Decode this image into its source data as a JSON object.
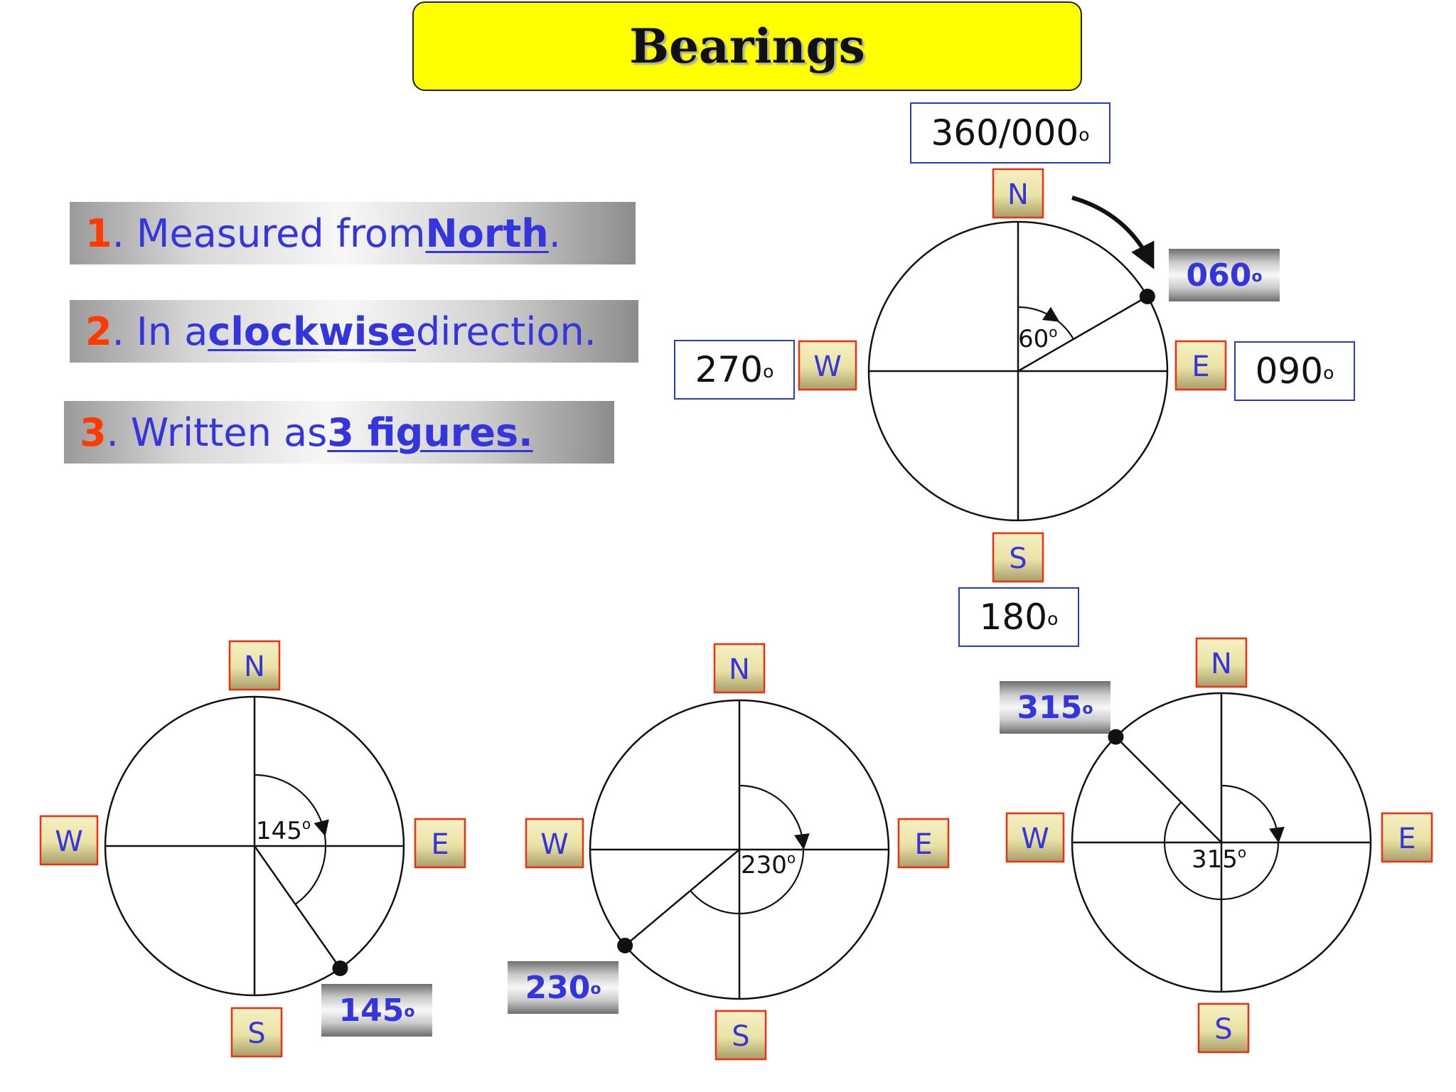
{
  "title": "Bearings",
  "rules": [
    {
      "num": "1",
      "pre": ". Measured from ",
      "kw": "North",
      "post": "."
    },
    {
      "num": "2",
      "pre": ". In a ",
      "kw": "clockwise",
      "post": " direction."
    },
    {
      "num": "3",
      "pre": ". Written as ",
      "kw": "3 figures.",
      "post": ""
    }
  ],
  "degree_symbol": "o",
  "compass_letters": {
    "n": "N",
    "e": "E",
    "s": "S",
    "w": "W"
  },
  "main_compass": {
    "bearing_deg": 60,
    "bearing_label": "060",
    "angle_label": "60",
    "cardinal_labels": {
      "north": "360/000",
      "east": "090",
      "south": "180",
      "west": "270"
    }
  },
  "examples": [
    {
      "bearing_deg": 145,
      "bearing_label": "145",
      "angle_label": "145"
    },
    {
      "bearing_deg": 230,
      "bearing_label": "230",
      "angle_label": "230"
    },
    {
      "bearing_deg": 315,
      "bearing_label": "315",
      "angle_label": "315"
    }
  ]
}
